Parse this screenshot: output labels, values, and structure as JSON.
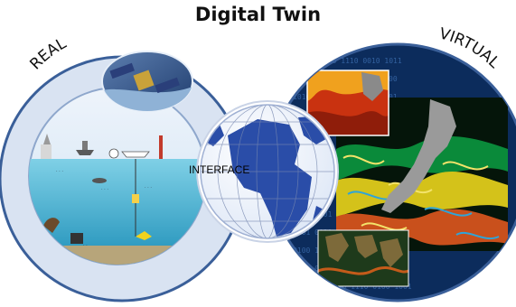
{
  "title": "Digital Twin",
  "labels": {
    "real": "REAL",
    "virtual": "VIRTUAL",
    "interface": "INTERFACE"
  },
  "colors": {
    "real_fill": "#d9e3f2",
    "real_border": "#3a5f99",
    "virtual_fill": "#0c2c5c",
    "virtual_border": "#3a5f99",
    "globe_ocean": "#2a4da8",
    "globe_land": "#ffffff"
  },
  "icons": [
    "satellite-image",
    "ocean-observing-system-image",
    "globe-icon",
    "ocean-model-image",
    "data-stream-pattern"
  ]
}
